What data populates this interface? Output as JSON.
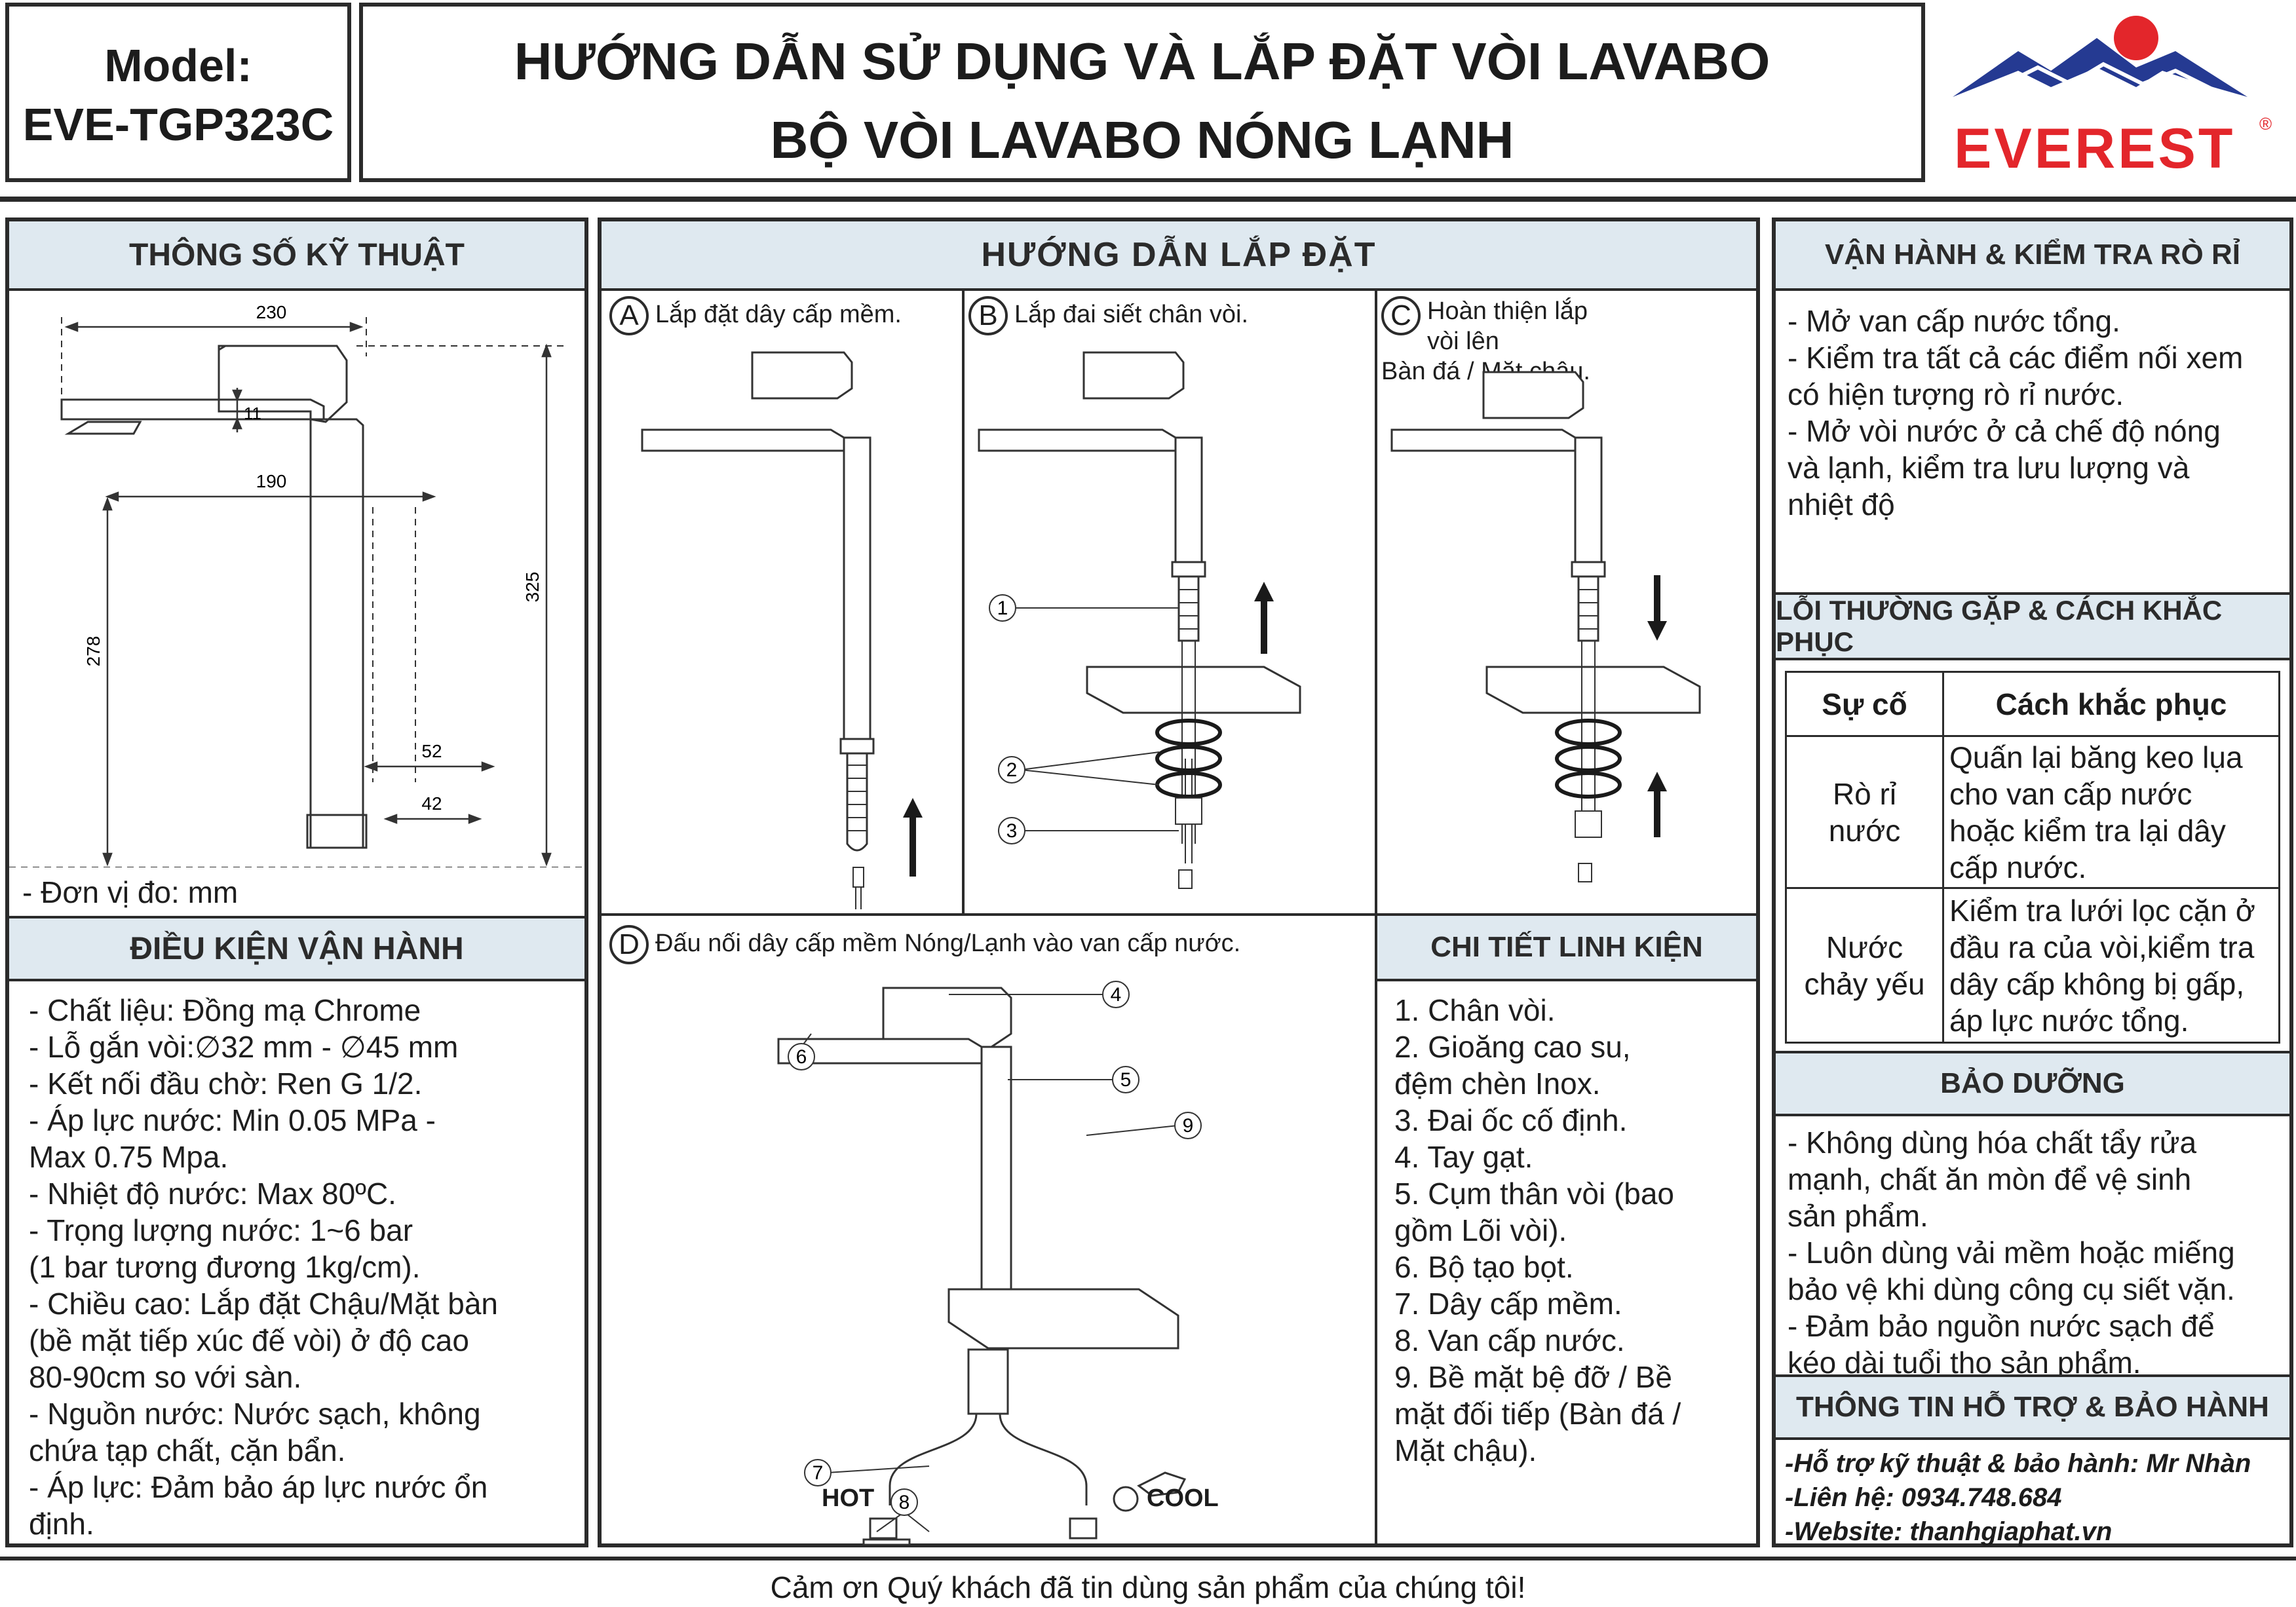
{
  "header": {
    "model_label": "Model:",
    "model_code": "EVE-TGP323C",
    "title_line1": "HƯỚNG DẪN SỬ DỤNG VÀ LẮP ĐẶT VÒI LAVABO",
    "title_line2": "BỘ VÒI LAVABO NÓNG LẠNH",
    "brand": "EVEREST",
    "brand_mark": "®"
  },
  "specs": {
    "title": "THÔNG SỐ KỸ THUẬT",
    "dims": [
      "230",
      "11",
      "190",
      "325",
      "278",
      "52",
      "42"
    ],
    "unit_note": "- Đơn vị đo: mm"
  },
  "conditions": {
    "title": "ĐIỀU KIỆN VẬN HÀNH",
    "lines": [
      "- Chất liệu: Đồng mạ Chrome",
      "- Lỗ gắn vòi:∅32 mm - ∅45 mm",
      "- Kết nối đầu chờ: Ren G 1/2.",
      "- Áp lực nước: Min 0.05 MPa -",
      "Max 0.75 Mpa.",
      "- Nhiệt độ nước: Max 80ºC.",
      "- Trọng lượng nước: 1~6 bar",
      "(1 bar tương đương 1kg/cm).",
      "- Chiều cao: Lắp đặt Chậu/Mặt bàn",
      "(bề mặt tiếp xúc đế vòi) ở độ cao",
      "80-90cm so với sàn.",
      "- Nguồn nước: Nước sạch, không",
      "chứa tạp chất, cặn bẩn.",
      "- Áp lực: Đảm bảo áp lực nước ổn",
      "định."
    ]
  },
  "install": {
    "title": "HƯỚNG DẪN LẮP ĐẶT",
    "step_a": {
      "letter": "A",
      "text": "Lắp đặt dây cấp mềm."
    },
    "step_b": {
      "letter": "B",
      "text": "Lắp đai siết chân vòi."
    },
    "step_c": {
      "letter": "C",
      "line1": "Hoàn thiện lắp vòi lên",
      "line2": "Bàn đá / Mặt chậu."
    },
    "step_d": {
      "letter": "D",
      "text": "Đấu nối dây cấp mềm Nóng/Lạnh vào van cấp nước."
    },
    "callouts_b": [
      "1",
      "2",
      "3"
    ],
    "callouts_d": [
      "4",
      "5",
      "6",
      "7",
      "8",
      "9"
    ],
    "hot_label": "HOT",
    "cool_label": "COOL"
  },
  "parts": {
    "title": "CHI TIẾT LINH KIỆN",
    "lines": [
      "1. Chân vòi.",
      "2. Gioăng cao su,",
      "đệm chèn Inox.",
      "3. Đai ốc cố định.",
      "4. Tay gạt.",
      "5. Cụm thân vòi (bao",
      "gồm Lõi vòi).",
      "6. Bộ tạo bọt.",
      "7. Dây cấp mềm.",
      "8. Van cấp nước.",
      "9. Bề mặt bệ đỡ / Bề",
      "mặt đối tiếp (Bàn đá /",
      "Mặt chậu)."
    ]
  },
  "operation": {
    "title": "VẬN HÀNH & KIỂM TRA RÒ RỈ",
    "lines": [
      "- Mở van cấp nước tổng.",
      "- Kiểm tra tất cả các điểm nối xem",
      "có hiện tượng rò rỉ nước.",
      "- Mở vòi nước ở cả chế độ nóng",
      "và lạnh, kiểm tra lưu lượng và",
      "nhiệt độ"
    ]
  },
  "troubleshoot": {
    "title": "LỖI THƯỜNG GẶP & CÁCH KHẮC PHỤC",
    "col1": "Sự cố",
    "col2": "Cách khắc phục",
    "rows": [
      {
        "issue_l1": "Rò rỉ",
        "issue_l2": "nước",
        "fix": [
          "Quấn lại băng keo lụa",
          "cho van cấp nước",
          "hoặc kiểm tra lại dây",
          "cấp nước."
        ]
      },
      {
        "issue_l1": "Nước",
        "issue_l2": "chảy yếu",
        "fix": [
          "Kiểm tra lưới lọc cặn ở",
          "đầu ra của vòi,kiểm tra",
          "dây cấp không bị gấp,",
          "áp lực nước tổng."
        ]
      }
    ]
  },
  "maintenance": {
    "title": "BẢO DƯỠNG",
    "lines": [
      "- Không dùng hóa chất tẩy rửa",
      "mạnh, chất ăn mòn để vệ sinh",
      "sản phẩm.",
      "- Luôn dùng vải mềm hoặc miếng",
      "bảo vệ khi dùng công cụ siết vặn.",
      "- Đảm bảo nguồn nước sạch để",
      "kéo dài tuổi thọ sản phẩm."
    ]
  },
  "support": {
    "title": "THÔNG TIN HỖ TRỢ & BẢO HÀNH",
    "lines": [
      "-Hỗ trợ kỹ thuật & bảo hành: Mr Nhàn",
      "-Liên hệ: 0934.748.684",
      "-Website: thanhgiaphat.vn"
    ]
  },
  "footer": "Cảm ơn Quý khách đã tin dùng sản phẩm của chúng tôi!",
  "colors": {
    "header_bg": "#dfe9f0",
    "brand_red": "#e3262b",
    "brand_blue": "#253a92",
    "line": "#2b2b2b"
  }
}
